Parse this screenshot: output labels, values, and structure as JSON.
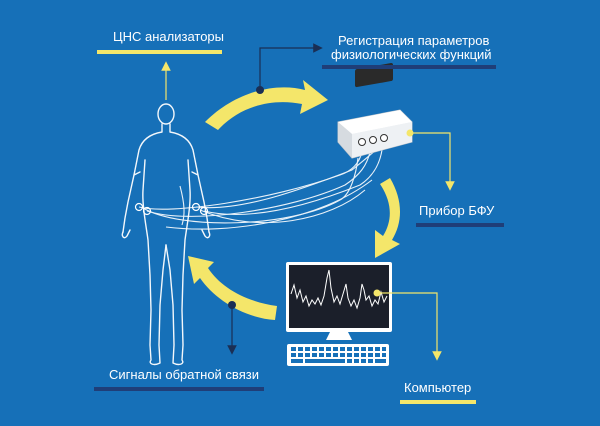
{
  "labels": {
    "cns": "ЦНС анализаторы",
    "registration_line1": "Регистрация параметров",
    "registration_line2": "физиологических функций",
    "device": "Прибор БФУ",
    "feedback": "Сигналы обратной связи",
    "computer": "Компьютер"
  },
  "colors": {
    "background": "#1670b8",
    "accent_yellow": "#f4e66a",
    "bar_navy": "#1f3e78",
    "outline": "#ffffff",
    "line_dark": "#1a2f55"
  }
}
